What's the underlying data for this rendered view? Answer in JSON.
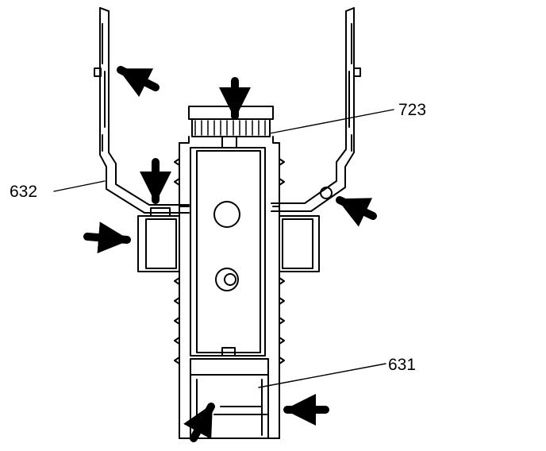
{
  "diagram": {
    "callouts": [
      {
        "id": "632",
        "text": "632"
      },
      {
        "id": "723",
        "text": "723"
      },
      {
        "id": "631",
        "text": "631"
      }
    ],
    "colors": {
      "ink": "#000000",
      "paper": "#ffffff"
    }
  }
}
